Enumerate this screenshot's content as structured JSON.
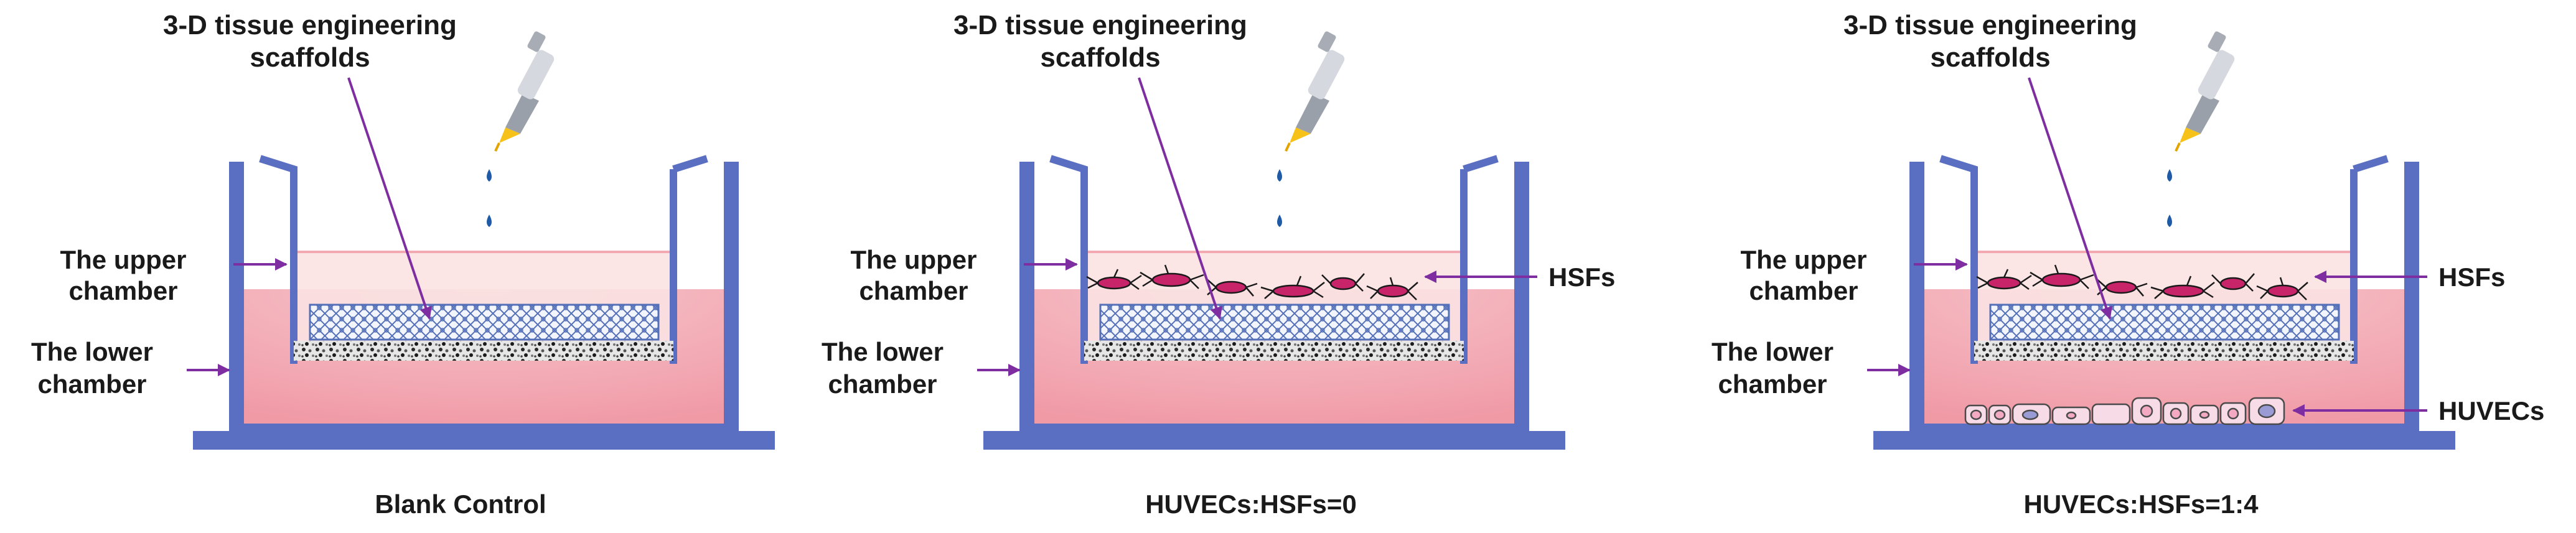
{
  "colors": {
    "frame": "#5b6fc2",
    "medium": "#f4b6bf",
    "upper_medium": "#fbe2e2",
    "arrow": "#7e2ea0",
    "hsf_cell": "#c8246a",
    "huvec_cell": "#f7dbe6",
    "drop": "#1f5aa6"
  },
  "panels": [
    {
      "scaffold_label_line1": "3-D tissue engineering",
      "scaffold_label_line2": "scaffolds",
      "upper_label_line1": "The upper",
      "upper_label_line2": "chamber",
      "lower_label_line1": "The lower",
      "lower_label_line2": "chamber",
      "caption": "Blank Control",
      "has_hsfs": false,
      "has_huvecs": false
    },
    {
      "scaffold_label_line1": "3-D tissue engineering",
      "scaffold_label_line2": "scaffolds",
      "upper_label_line1": "The upper",
      "upper_label_line2": "chamber",
      "lower_label_line1": "The lower",
      "lower_label_line2": "chamber",
      "hsf_label": "HSFs",
      "caption": "HUVECs:HSFs=0",
      "has_hsfs": true,
      "has_huvecs": false
    },
    {
      "scaffold_label_line1": "3-D tissue engineering",
      "scaffold_label_line2": "scaffolds",
      "upper_label_line1": "The upper",
      "upper_label_line2": "chamber",
      "lower_label_line1": "The lower",
      "lower_label_line2": "chamber",
      "hsf_label": "HSFs",
      "huvec_label": "HUVECs",
      "caption": "HUVECs:HSFs=1:4",
      "has_hsfs": true,
      "has_huvecs": true
    }
  ]
}
